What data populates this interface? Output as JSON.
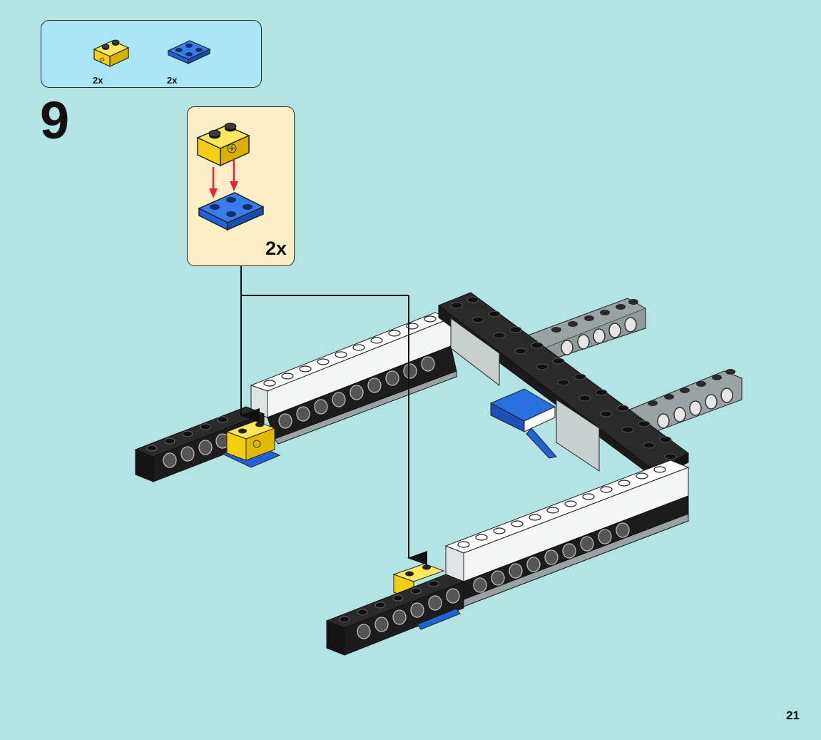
{
  "parts_list": {
    "items": [
      {
        "name": "yellow-brick-1x2-with-axle-hole",
        "color": "#f6d41a",
        "quantity": "2x"
      },
      {
        "name": "blue-plate-2x2",
        "color": "#1f63d6",
        "quantity": "2x"
      }
    ]
  },
  "step": {
    "number": "9",
    "sub_assembly_quantity": "2x"
  },
  "page": {
    "number": "21"
  },
  "colors": {
    "background": "#b3e3e3",
    "parts_box": "#a8e6f6",
    "sub_box": "#fdeec6",
    "arrow_red": "#e8243c"
  }
}
